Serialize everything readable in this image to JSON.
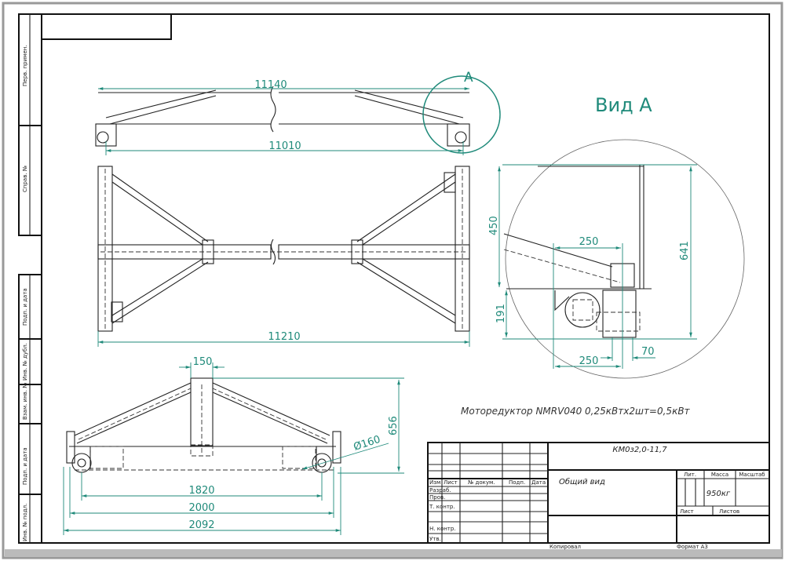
{
  "side_stamps": [
    "Перв. примен.",
    "Справ. №",
    "Подп. и дата",
    "Инв. № дубл.",
    "Взам. инв. №",
    "Подп. и дата",
    "Инв. № подл."
  ],
  "top_view": {
    "dim_overall": "11140",
    "dim_wheels": "11010",
    "callout": "A"
  },
  "plan_view": {
    "dim_length": "11210"
  },
  "end_view": {
    "dim_top": "150",
    "dim_height": "656",
    "dim_wheel_dia": "Ø160",
    "dim_1": "1820",
    "dim_2": "2000",
    "dim_3": "2092"
  },
  "detail_view": {
    "title": "Вид А",
    "dim_450": "450",
    "dim_191": "191",
    "dim_641": "641",
    "dim_250_top": "250",
    "dim_250_bottom": "250",
    "dim_70": "70"
  },
  "note": "Моторедуктор NMRV040 0,25кВтх2шт=0,5кВт",
  "title_block": {
    "designation": "КМ0з2,0-11,7",
    "name": "Общий вид",
    "headers": [
      "Изм",
      "Лист",
      "№ докум.",
      "Подп.",
      "Дата"
    ],
    "roles": [
      "Разраб.",
      "Пров.",
      "Т. контр.",
      "",
      "Н. контр.",
      "Утв."
    ],
    "lit_label": "Лит.",
    "mass_label": "Масса",
    "scale_label": "Масштаб",
    "mass_value": "950кг",
    "sheet_label": "Лист",
    "sheets_label": "Листов",
    "copied_label": "Копировал",
    "format_label": "Формат А3"
  }
}
